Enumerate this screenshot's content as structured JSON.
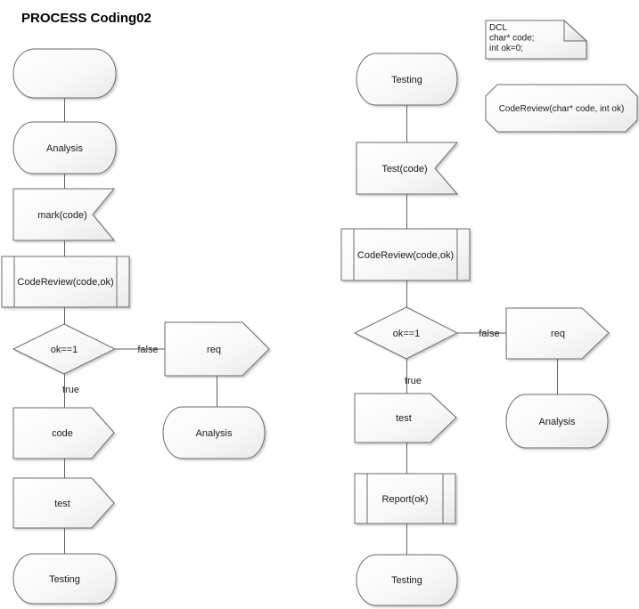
{
  "title": "PROCESS Coding02",
  "colors": {
    "shape_border": "#6b6b6b",
    "connector": "#5f5f5f",
    "text": "#1a1a1a",
    "fill_top": "#ffffff",
    "fill_bottom": "#ebebeb"
  },
  "note": {
    "lines": [
      "DCL",
      "char* code;",
      "int ok=0;"
    ]
  },
  "procedure_declaration": {
    "label": "CodeReview(char* code, int ok)"
  },
  "left_flow": {
    "start": "",
    "state_analysis": "Analysis",
    "input_mark": "mark(code)",
    "proc_codereview": "CodeReview(code,ok)",
    "decision": "ok==1",
    "label_false": "false",
    "label_true": "true",
    "output_req": "req",
    "state_analysis_alt": "Analysis",
    "output_code": "code",
    "output_test": "test",
    "state_testing": "Testing"
  },
  "right_flow": {
    "state_testing_start": "Testing",
    "input_test": "Test(code)",
    "proc_codereview": "CodeReview(code,ok)",
    "decision": "ok==1",
    "label_false": "false",
    "label_true": "true",
    "output_req": "req",
    "state_analysis_alt": "Analysis",
    "output_test": "test",
    "proc_report": "Report(ok)",
    "state_testing_end": "Testing"
  }
}
